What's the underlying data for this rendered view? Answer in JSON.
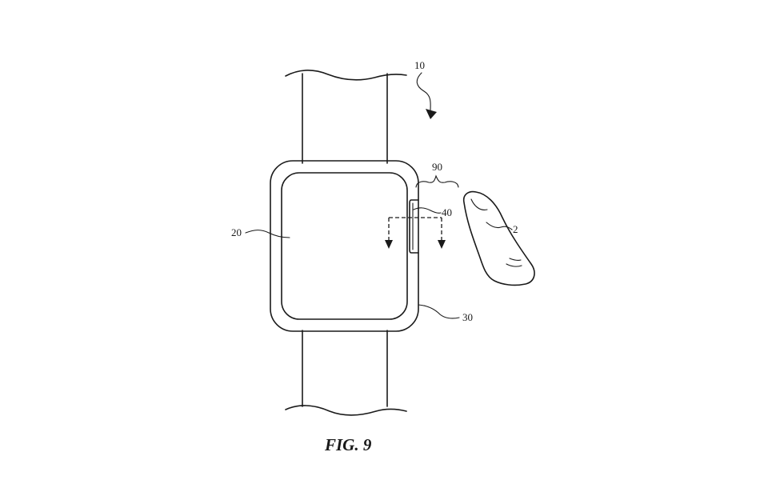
{
  "figure": {
    "caption": "FIG. 9",
    "labels": {
      "device": "10",
      "display": "20",
      "housing": "30",
      "crown": "40",
      "region": "90",
      "finger": "2"
    }
  }
}
